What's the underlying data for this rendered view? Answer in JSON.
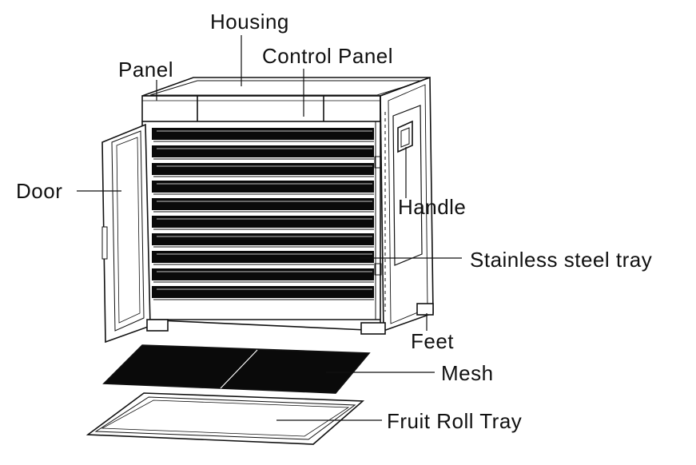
{
  "labels": {
    "housing": "Housing",
    "panel": "Panel",
    "control_panel": "Control Panel",
    "door": "Door",
    "handle": "Handle",
    "stainless_steel_tray": "Stainless steel tray",
    "feet": "Feet",
    "mesh": "Mesh",
    "fruit_roll_tray": "Fruit Roll Tray"
  },
  "colors": {
    "line": "#111111",
    "tray_fill": "#0a0a0a",
    "background": "#ffffff"
  }
}
